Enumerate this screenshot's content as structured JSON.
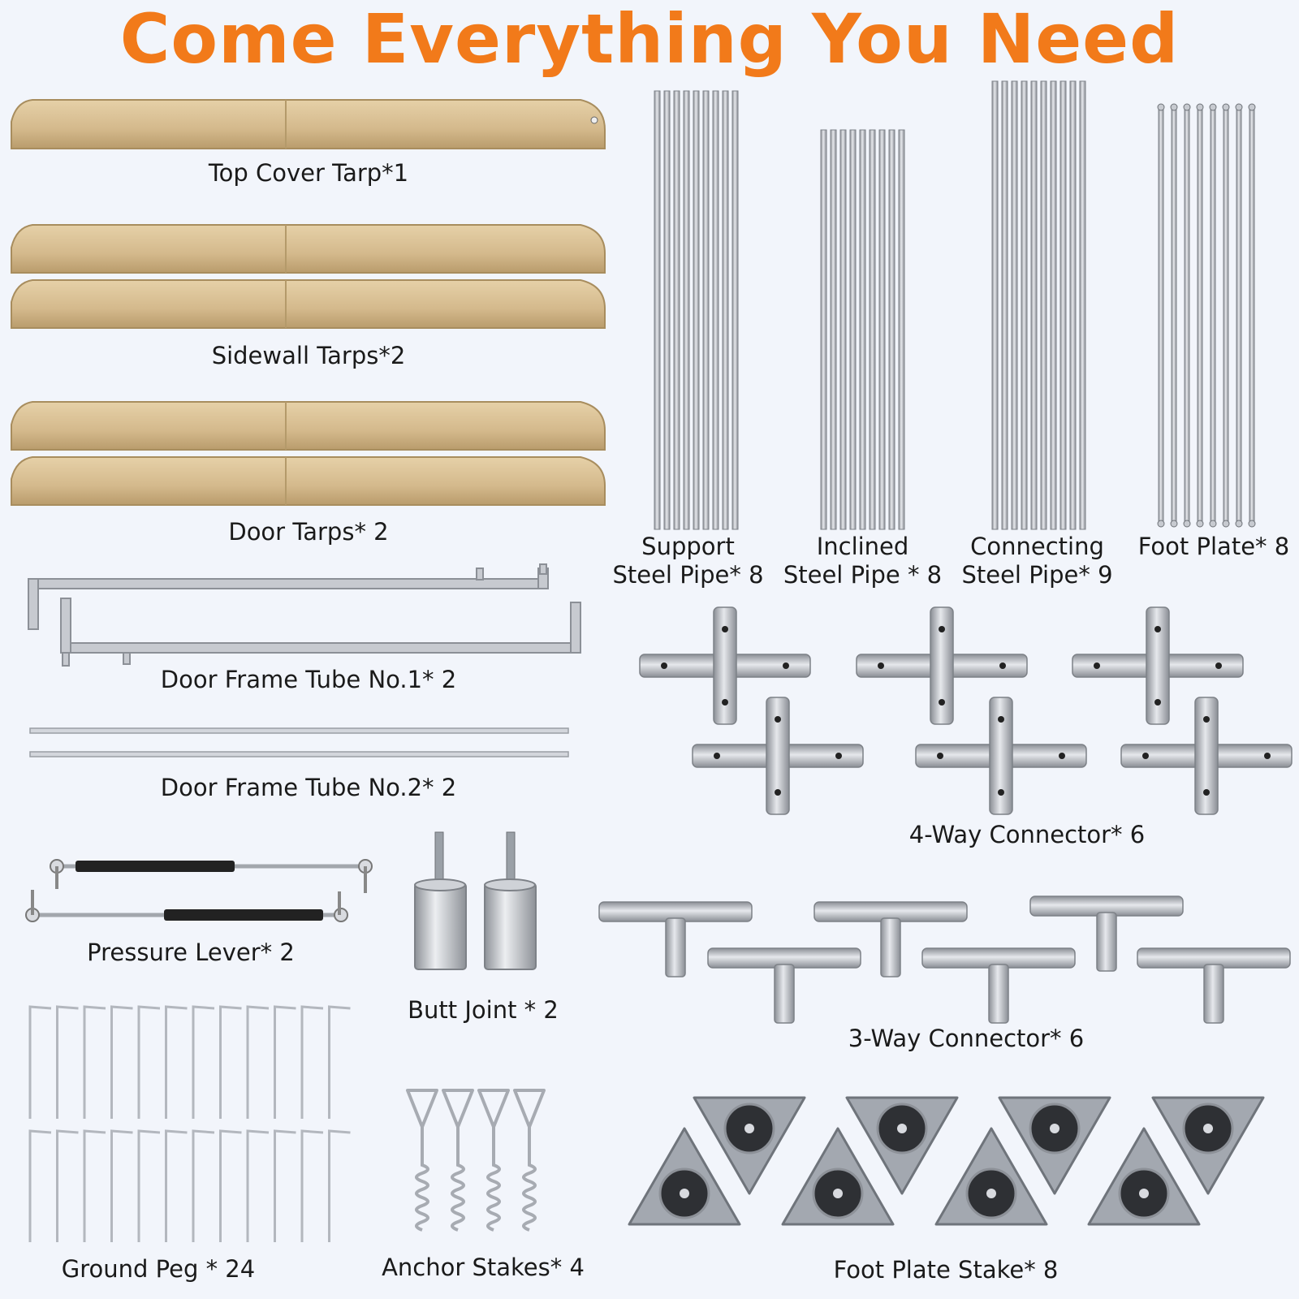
{
  "title": "Come Everything You Need",
  "colors": {
    "accent": "#f27a1a",
    "tarp": "#d8bf93",
    "steel": "#b8bcc3",
    "dark": "#4a4d52"
  },
  "items": {
    "top_cover_tarp": "Top Cover Tarp*1",
    "sidewall_tarps": "Sidewall Tarps*2",
    "door_tarps": "Door Tarps* 2",
    "support_pipe_line1": "Support",
    "support_pipe_line2": "Steel Pipe* 8",
    "inclined_pipe_line1": "Inclined",
    "inclined_pipe_line2": "Steel Pipe * 8",
    "connecting_pipe_line1": "Connecting",
    "connecting_pipe_line2": "Steel Pipe* 9",
    "foot_plate": "Foot Plate* 8",
    "door_frame_tube_1": "Door Frame Tube No.1* 2",
    "door_frame_tube_2": "Door Frame Tube No.2* 2",
    "four_way_connector": "4-Way Connector* 6",
    "pressure_lever": "Pressure Lever* 2",
    "butt_joint": "Butt Joint * 2",
    "three_way_connector": "3-Way Connector* 6",
    "ground_peg": "Ground Peg * 24",
    "anchor_stakes": "Anchor Stakes* 4",
    "foot_plate_stake": "Foot Plate Stake* 8"
  }
}
